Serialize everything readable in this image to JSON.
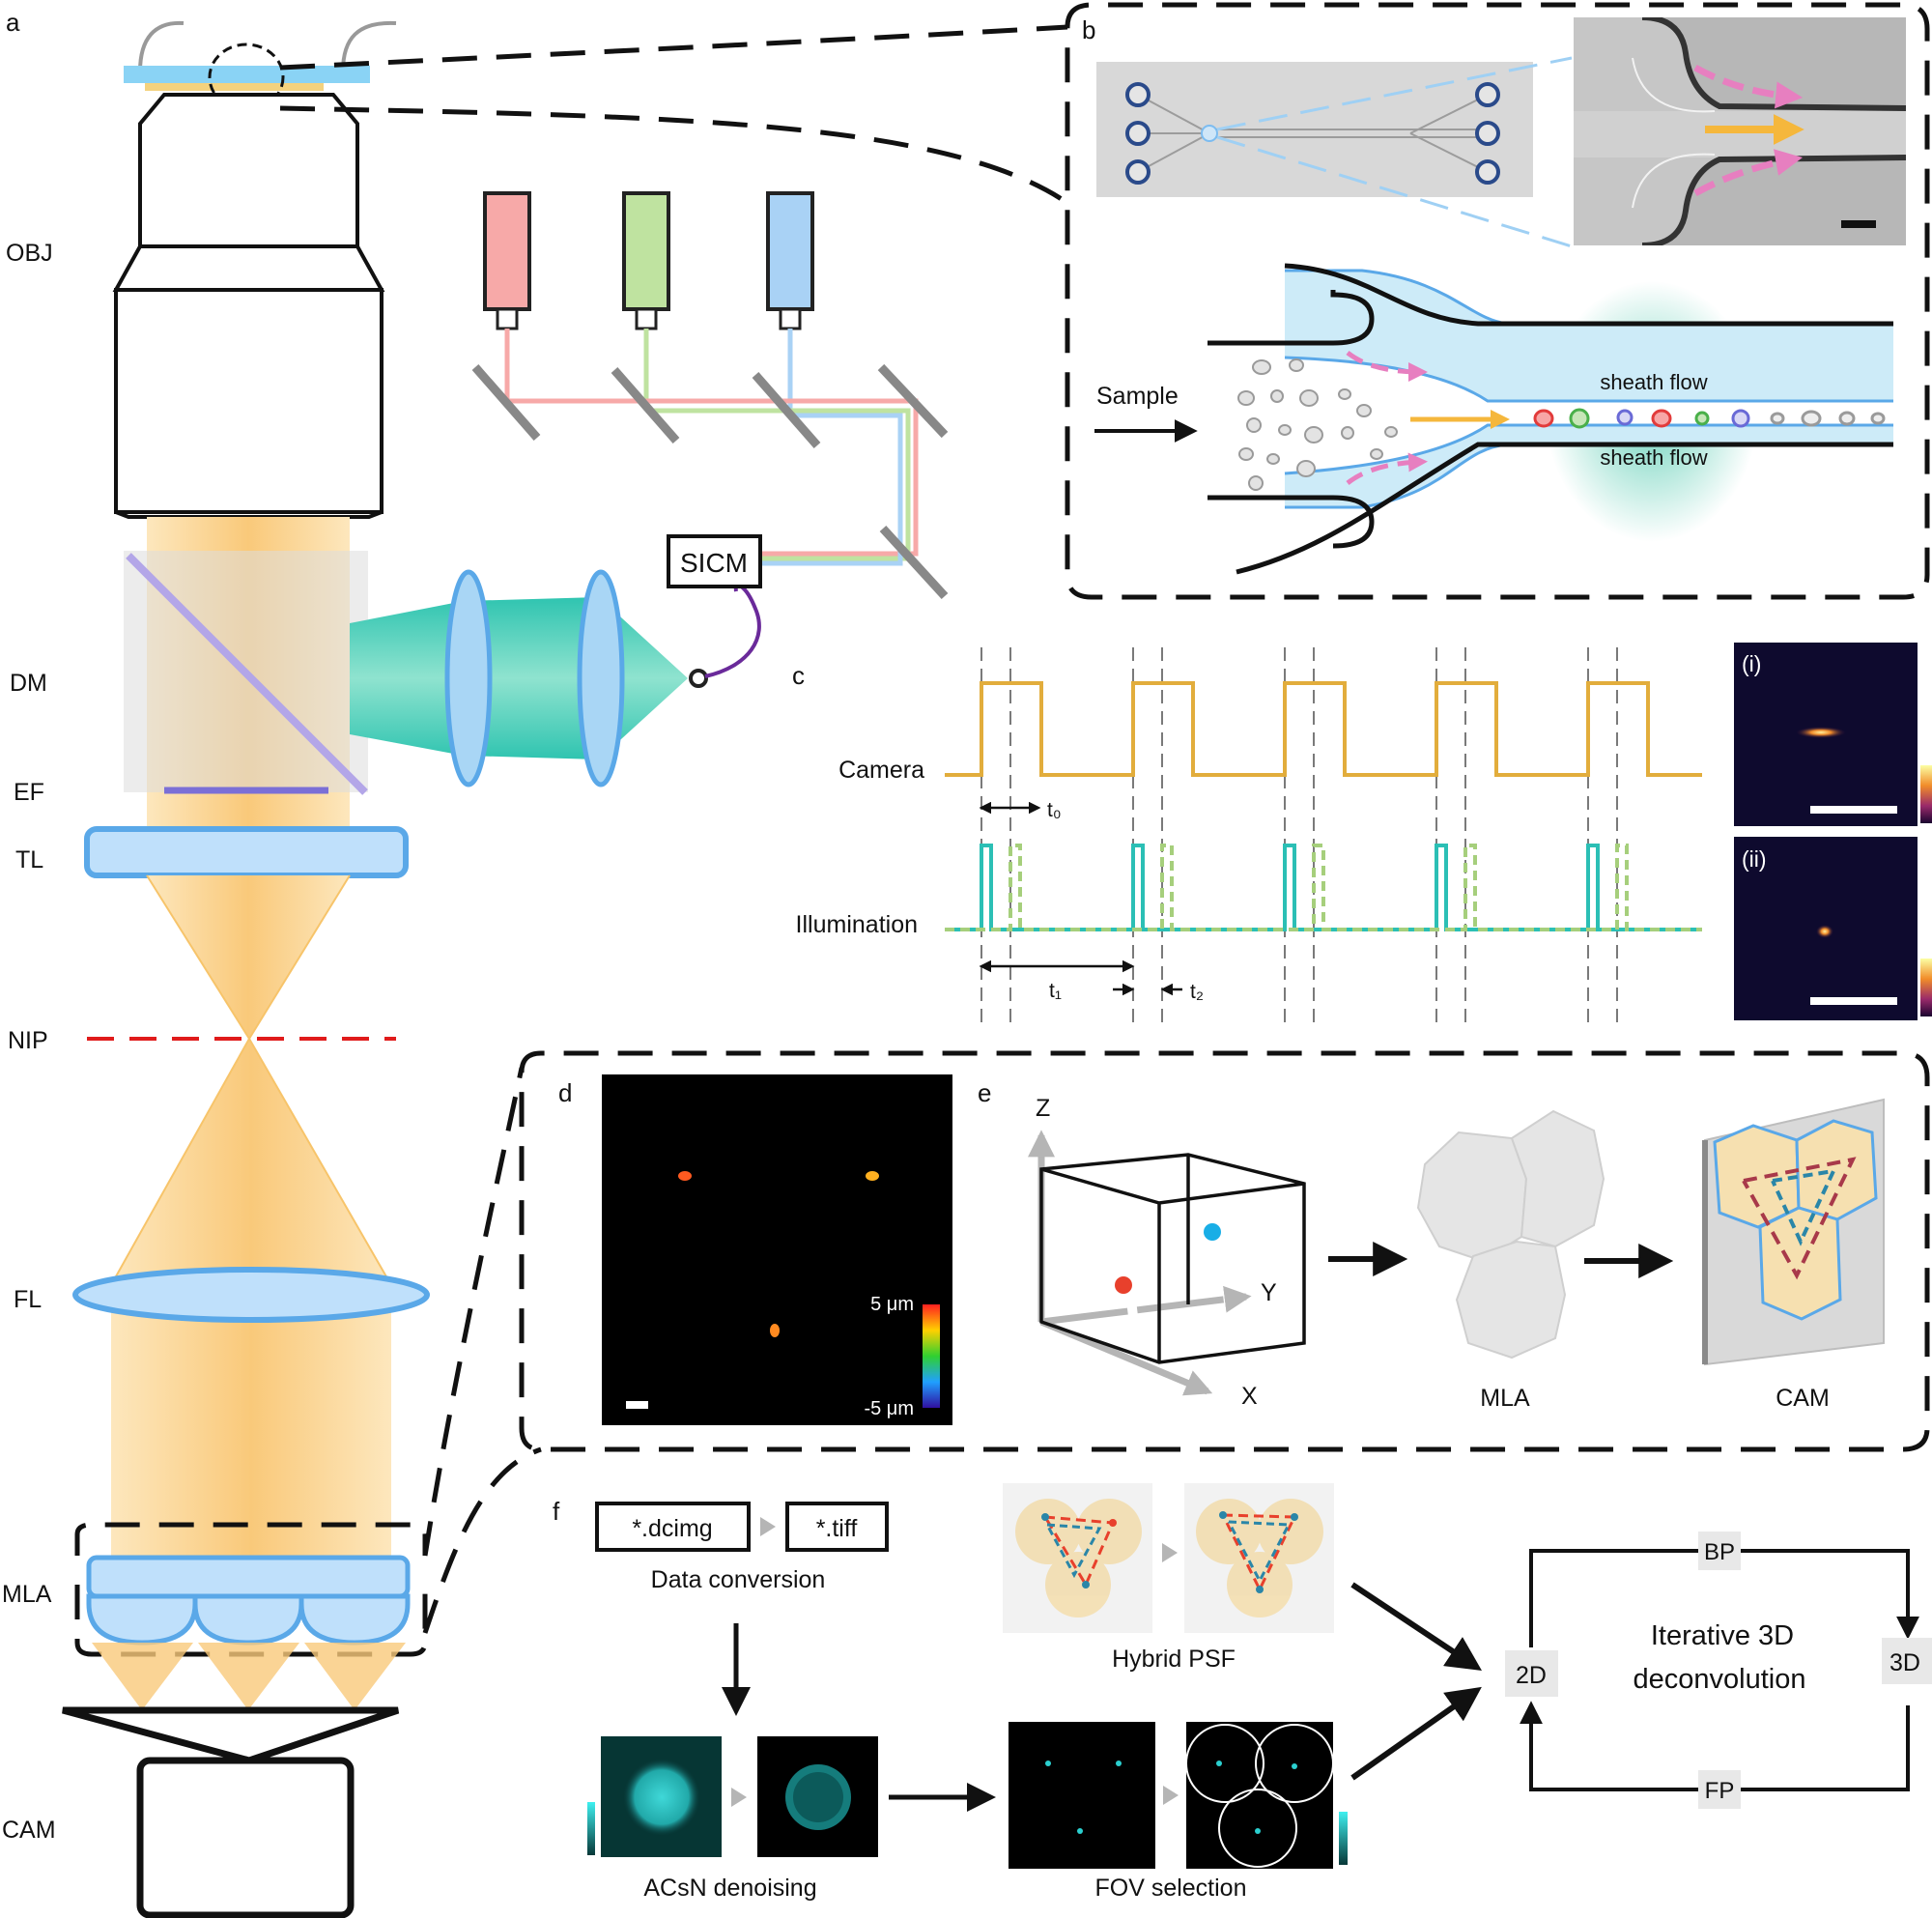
{
  "panels": {
    "a": "a",
    "b": "b",
    "c": "c",
    "d": "d",
    "e": "e",
    "f": "f"
  },
  "optics": {
    "obj": "OBJ",
    "dm": "DM",
    "ef": "EF",
    "tl": "TL",
    "nip": "NIP",
    "fl": "FL",
    "mla": "MLA",
    "cam": "CAM",
    "sicm": "SICM"
  },
  "laser_colors": [
    "#f7a9a8",
    "#bfe3a0",
    "#a9d2f5"
  ],
  "flow": {
    "sample": "Sample",
    "sheath_top": "sheath flow",
    "sheath_bottom": "sheath flow"
  },
  "timing": {
    "camera": "Camera",
    "illumination": "Illumination",
    "t0": "t₀",
    "t1": "t₁",
    "t2": "t₂",
    "inset_i": "(i)",
    "inset_ii": "(ii)",
    "camera_color": "#e2ad3c",
    "illum_color_1": "#2bbfb5",
    "illum_color_2": "#a6cf7c"
  },
  "psf": {
    "scale_top": "5 μm",
    "scale_bottom": "-5 μm"
  },
  "axes": {
    "z": "Z",
    "y": "Y",
    "x": "X"
  },
  "pipeline": {
    "mla": "MLA",
    "cam": "CAM",
    "dcimg": "*.dcimg",
    "tiff": "*.tiff",
    "data_conversion": "Data conversion",
    "hybrid_psf": "Hybrid PSF",
    "acsn": "ACsN denoising",
    "fov": "FOV selection",
    "iterative_1": "Iterative 3D",
    "iterative_2": "deconvolution",
    "bp": "BP",
    "fp": "FP",
    "n2d": "2D",
    "n3d": "3D"
  }
}
